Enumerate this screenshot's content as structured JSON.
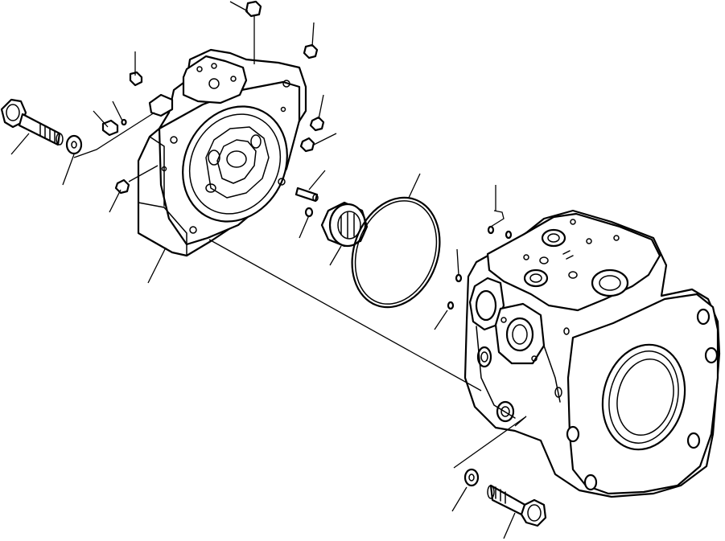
{
  "diagram": {
    "kind": "exploded-parts-view",
    "colors": {
      "line": "#000000",
      "background": "#ffffff"
    },
    "parts": [
      "valve-plate-housing",
      "flange-plate",
      "bearing-bushing",
      "o-ring",
      "pump-body",
      "mounting-flange",
      "upper-bolt",
      "upper-washer",
      "lower-bolt",
      "lower-washer",
      "dowel-pin",
      "plugs"
    ]
  }
}
